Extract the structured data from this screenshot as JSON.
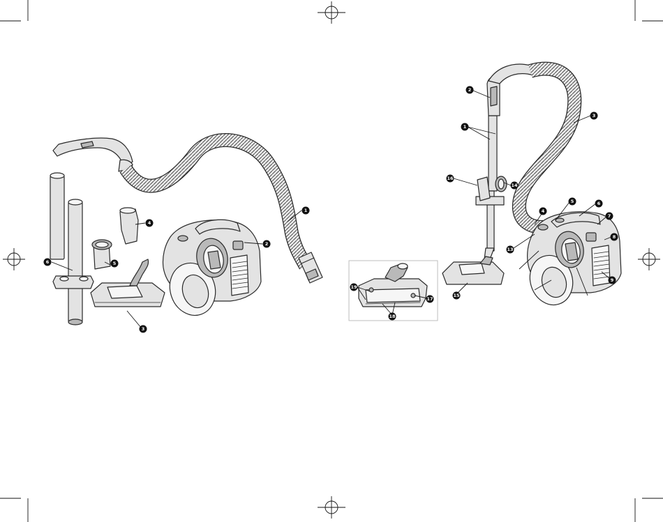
{
  "left_diagram": {
    "callouts": [
      {
        "id": "c1",
        "text": "1"
      },
      {
        "id": "c2",
        "text": "2"
      },
      {
        "id": "c3",
        "text": "3"
      },
      {
        "id": "c4",
        "text": "4"
      },
      {
        "id": "c5",
        "text": "5"
      },
      {
        "id": "c6",
        "text": "6"
      }
    ]
  },
  "right_diagram": {
    "callouts": [
      {
        "id": "r1",
        "text": "1"
      },
      {
        "id": "r2",
        "text": "2"
      },
      {
        "id": "r3",
        "text": "3"
      },
      {
        "id": "r4",
        "text": "4"
      },
      {
        "id": "r5",
        "text": "5"
      },
      {
        "id": "r6",
        "text": "6"
      },
      {
        "id": "r7",
        "text": "7"
      },
      {
        "id": "r8",
        "text": "8"
      },
      {
        "id": "r9",
        "text": "9"
      },
      {
        "id": "r13",
        "text": "13"
      },
      {
        "id": "r14",
        "text": "14"
      },
      {
        "id": "r15",
        "text": "15"
      },
      {
        "id": "r16",
        "text": "16"
      },
      {
        "id": "r17",
        "text": "17"
      },
      {
        "id": "r18",
        "text": "18"
      },
      {
        "id": "r19",
        "text": "19"
      }
    ]
  },
  "colors": {
    "ink": "#1a1a1a",
    "part_fill": "#e3e3e3",
    "dark_fill": "#b9b9b9"
  }
}
